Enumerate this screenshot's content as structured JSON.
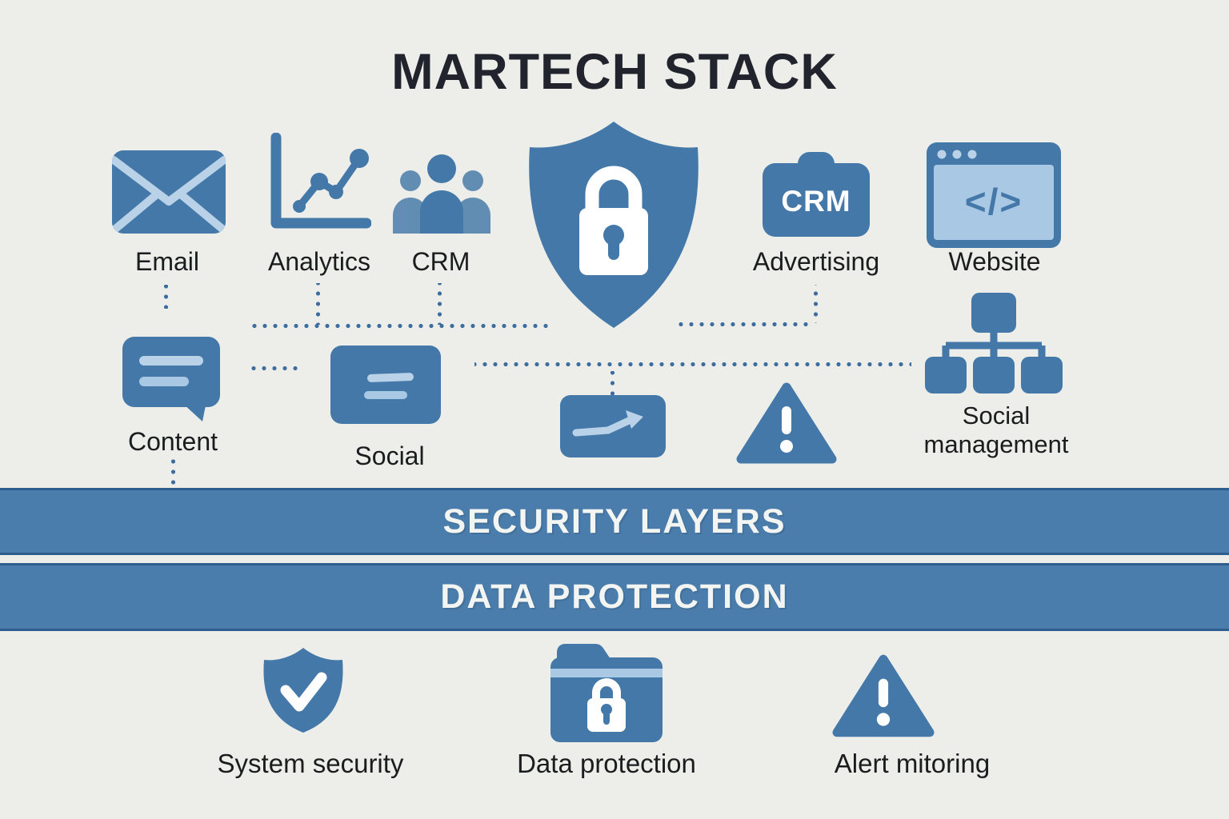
{
  "title": "MARTECH STACK",
  "colors": {
    "background": "#edeeea",
    "title_color": "#21242d",
    "label_color": "#1a1c1e",
    "icon_blue": "#4478a8",
    "icon_blue_light": "#b9d2e8",
    "icon_blue_light2": "#a9c8e4",
    "banner_blue": "#4a7dab",
    "banner_border": "#2e5e8e",
    "banner_text": "#f3f5f2",
    "dotted_color": "#3c6d9e"
  },
  "top_row": [
    {
      "label": "Email",
      "icon": "email-icon"
    },
    {
      "label": "Analytics",
      "icon": "analytics-icon"
    },
    {
      "label": "CRM",
      "icon": "crm-people-icon"
    },
    {
      "label": "Advertising",
      "icon": "crm-badge-icon",
      "badge_text": "CRM"
    },
    {
      "label": "Website",
      "icon": "website-browser-icon",
      "code_glyph": "</>"
    }
  ],
  "center": {
    "icon": "shield-lock-icon"
  },
  "middle_row": [
    {
      "label": "Content",
      "icon": "content-bubble-icon"
    },
    {
      "label": "Social",
      "icon": "social-card-icon"
    },
    {
      "label": "",
      "icon": "trend-card-icon"
    },
    {
      "label": "",
      "icon": "warning-triangle-icon"
    },
    {
      "label": "Social management",
      "icon": "org-chart-icon"
    }
  ],
  "banners": [
    {
      "label": "SECURITY LAYERS"
    },
    {
      "label": "DATA PROTECTION"
    }
  ],
  "bottom_row": [
    {
      "label": "System security",
      "icon": "shield-check-icon"
    },
    {
      "label": "Data protection",
      "icon": "folder-lock-icon"
    },
    {
      "label": "Alert mitoring",
      "icon": "alert-triangle-icon"
    }
  ]
}
